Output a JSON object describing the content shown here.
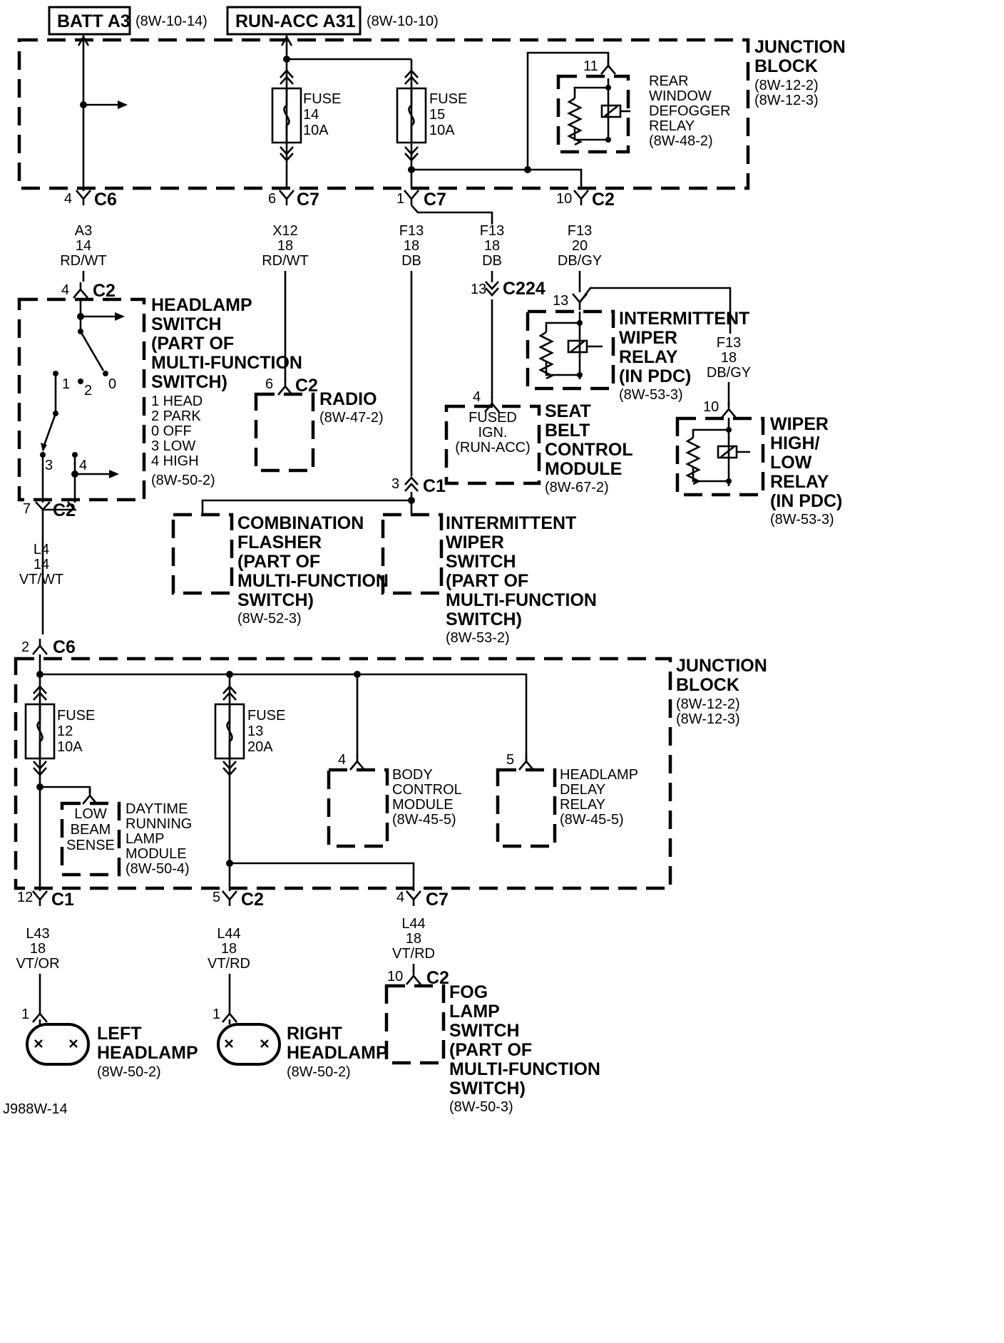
{
  "top": {
    "batt": {
      "label": "BATT A3",
      "ref": "(8W-10-14)"
    },
    "run": {
      "label": "RUN-ACC A31",
      "ref": "(8W-10-10)"
    }
  },
  "jb": {
    "title1": "JUNCTION",
    "title2": "BLOCK",
    "ref1": "(8W-12-2)",
    "ref2": "(8W-12-3)"
  },
  "fuses": {
    "f14": {
      "word": "FUSE",
      "num": "14",
      "amp": "10A"
    },
    "f15": {
      "word": "FUSE",
      "num": "15",
      "amp": "10A"
    },
    "f12": {
      "word": "FUSE",
      "num": "12",
      "amp": "10A"
    },
    "f13": {
      "word": "FUSE",
      "num": "13",
      "amp": "20A"
    }
  },
  "defogger": {
    "pin": "11",
    "l1": "REAR",
    "l2": "WINDOW",
    "l3": "DEFOGGER",
    "l4": "RELAY",
    "ref": "(8W-48-2)"
  },
  "connectors": {
    "c6a": {
      "pin": "4",
      "name": "C6"
    },
    "c7a": {
      "pin": "6",
      "name": "C7"
    },
    "c7b": {
      "pin": "1",
      "name": "C7"
    },
    "c2a": {
      "pin": "10",
      "name": "C2"
    },
    "c2hs": {
      "pin": "4",
      "name": "C2"
    },
    "c2out": {
      "pin": "7",
      "name": "C2"
    },
    "c224": {
      "pin": "13",
      "name": "C224"
    },
    "c2radio": {
      "pin": "6",
      "name": "C2"
    },
    "c1": {
      "pin": "3",
      "name": "C1"
    },
    "c6b": {
      "pin": "2",
      "name": "C6"
    },
    "c1b": {
      "pin": "12",
      "name": "C1"
    },
    "c2b": {
      "pin": "5",
      "name": "C2"
    },
    "c7c": {
      "pin": "4",
      "name": "C7"
    },
    "c2fog": {
      "pin": "10",
      "name": "C2"
    }
  },
  "wires": {
    "a3": {
      "c": "A3",
      "g": "14",
      "col": "RD/WT"
    },
    "x12": {
      "c": "X12",
      "g": "18",
      "col": "RD/WT"
    },
    "f13a": {
      "c": "F13",
      "g": "18",
      "col": "DB"
    },
    "f13b": {
      "c": "F13",
      "g": "18",
      "col": "DB"
    },
    "f13c": {
      "c": "F13",
      "g": "20",
      "col": "DB/GY"
    },
    "f13d": {
      "c": "F13",
      "g": "18",
      "col": "DB/GY"
    },
    "l4": {
      "c": "L4",
      "g": "14",
      "col": "VT/WT"
    },
    "l43": {
      "c": "L43",
      "g": "18",
      "col": "VT/OR"
    },
    "l44a": {
      "c": "L44",
      "g": "18",
      "col": "VT/RD"
    },
    "l44b": {
      "c": "L44",
      "g": "18",
      "col": "VT/RD"
    }
  },
  "headlampSwitch": {
    "t1": "HEADLAMP",
    "t2": "SWITCH",
    "t3": "(PART OF",
    "t4": "MULTI-FUNCTION",
    "t5": "SWITCH)",
    "p1": "1 HEAD",
    "p2": "2 PARK",
    "p3": "0 OFF",
    "p4": "3 LOW",
    "p5": "4 HIGH",
    "ref": "(8W-50-2)",
    "n1": "1",
    "n2": "2",
    "n0": "0",
    "n3": "3",
    "n4": "4"
  },
  "radio": {
    "t": "RADIO",
    "ref": "(8W-47-2)"
  },
  "seatBelt": {
    "pin": "4",
    "i1": "FUSED",
    "i2": "IGN.",
    "i3": "(RUN-ACC)",
    "t1": "SEAT",
    "t2": "BELT",
    "t3": "CONTROL",
    "t4": "MODULE",
    "ref": "(8W-67-2)"
  },
  "intWiperRelay": {
    "pin": "13",
    "t1": "INTERMITTENT",
    "t2": "WIPER",
    "t3": "RELAY",
    "t4": "(IN PDC)",
    "ref": "(8W-53-3)"
  },
  "wiperHL": {
    "pin": "10",
    "t1": "WIPER",
    "t2": "HIGH/",
    "t3": "LOW",
    "t4": "RELAY",
    "t5": "(IN PDC)",
    "ref": "(8W-53-3)"
  },
  "comboFlasher": {
    "t1": "COMBINATION",
    "t2": "FLASHER",
    "t3": "(PART OF",
    "t4": "MULTI-FUNCTION",
    "t5": "SWITCH)",
    "ref": "(8W-52-3)"
  },
  "intWiperSwitch": {
    "t1": "INTERMITTENT",
    "t2": "WIPER",
    "t3": "SWITCH",
    "t4": "(PART OF",
    "t5": "MULTI-FUNCTION",
    "t6": "SWITCH)",
    "ref": "(8W-53-2)"
  },
  "drl": {
    "i1": "LOW",
    "i2": "BEAM",
    "i3": "SENSE",
    "t1": "DAYTIME",
    "t2": "RUNNING",
    "t3": "LAMP",
    "t4": "MODULE",
    "ref": "(8W-50-4)"
  },
  "bcm": {
    "pin": "4",
    "t1": "BODY",
    "t2": "CONTROL",
    "t3": "MODULE",
    "ref": "(8W-45-5)"
  },
  "hdr": {
    "pin": "5",
    "t1": "HEADLAMP",
    "t2": "DELAY",
    "t3": "RELAY",
    "ref": "(8W-45-5)"
  },
  "leftHL": {
    "pin": "1",
    "t1": "LEFT",
    "t2": "HEADLAMP",
    "ref": "(8W-50-2)"
  },
  "rightHL": {
    "pin": "1",
    "t1": "RIGHT",
    "t2": "HEADLAMP",
    "ref": "(8W-50-2)"
  },
  "fog": {
    "t1": "FOG",
    "t2": "LAMP",
    "t3": "SWITCH",
    "t4": "(PART OF",
    "t5": "MULTI-FUNCTION",
    "t6": "SWITCH)",
    "ref": "(8W-50-3)"
  },
  "figId": "J988W-14"
}
